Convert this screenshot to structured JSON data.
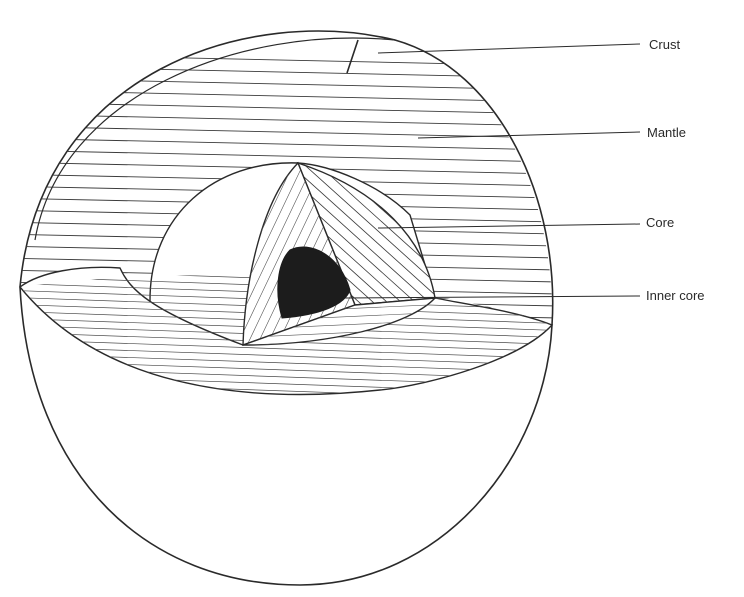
{
  "labels": {
    "crust": "Crust",
    "mantle": "Mantle",
    "core": "Core",
    "inner_core": "Inner core"
  },
  "colors": {
    "ink": "#2a2a2a",
    "paper": "#ffffff",
    "inner_core_fill": "#1c1c1c"
  }
}
